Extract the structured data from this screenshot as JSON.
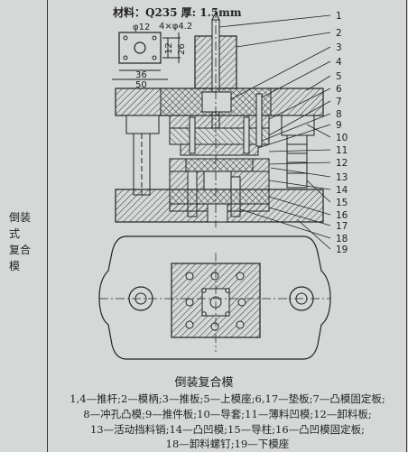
{
  "side_label": [
    "倒装式",
    "复合模"
  ],
  "material_note": "材料：Q235  厚: 1.5mm",
  "dimensions": {
    "d12": "φ12",
    "holes": "4×φ4.2",
    "w36": "36",
    "w50": "50",
    "h12": "12",
    "h26": "26"
  },
  "callouts": [
    "1",
    "2",
    "3",
    "4",
    "5",
    "6",
    "7",
    "8",
    "9",
    "10",
    "11",
    "12",
    "13",
    "14",
    "15",
    "16",
    "17",
    "18",
    "19"
  ],
  "caption": "倒装复合模",
  "legend": [
    "1,4—推杆;2—模柄;3—推板;5—上模座;6,17—垫板;7—凸模固定板;",
    "8—冲孔凸模;9—推件板;10—导套;11—薄料凹模;12—卸料板;",
    "13—活动挡料销;14—凸凹模;15—导柱;16—凸凹模固定板;",
    "18—卸料螺钉;19—下模座"
  ]
}
